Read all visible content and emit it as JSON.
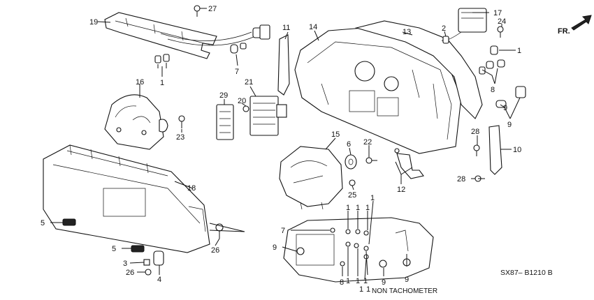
{
  "diagram": {
    "callouts": {
      "c1a": "1",
      "c1b": "1",
      "c1c": "1",
      "c1d": "1",
      "c1e": "1",
      "c1f": "1",
      "c1g": "1",
      "c1h": "1",
      "c1i": "1",
      "c1j": "1",
      "c1k": "1",
      "c2": "2",
      "c3": "3",
      "c4": "4",
      "c5a": "5",
      "c5b": "5",
      "c6": "6",
      "c7a": "7",
      "c7b": "7",
      "c8a": "8",
      "c8b": "8",
      "c9a": "9",
      "c9b": "9",
      "c9c": "9",
      "c9d": "9",
      "c9e": "9",
      "c10": "10",
      "c11": "11",
      "c12": "12",
      "c13": "13",
      "c14": "14",
      "c15": "15",
      "c16": "16",
      "c17": "17",
      "c18": "18",
      "c19": "19",
      "c20": "20",
      "c21": "21",
      "c22": "22",
      "c23": "23",
      "c24": "24",
      "c25": "25",
      "c26a": "26",
      "c26b": "26",
      "c27": "27",
      "c28a": "28",
      "c28b": "28",
      "c29": "29"
    },
    "note_non_tachometer": "NON TACHOMETER",
    "front_arrow_label": "FR.",
    "diagram_code": "SX87– B1210 B"
  }
}
